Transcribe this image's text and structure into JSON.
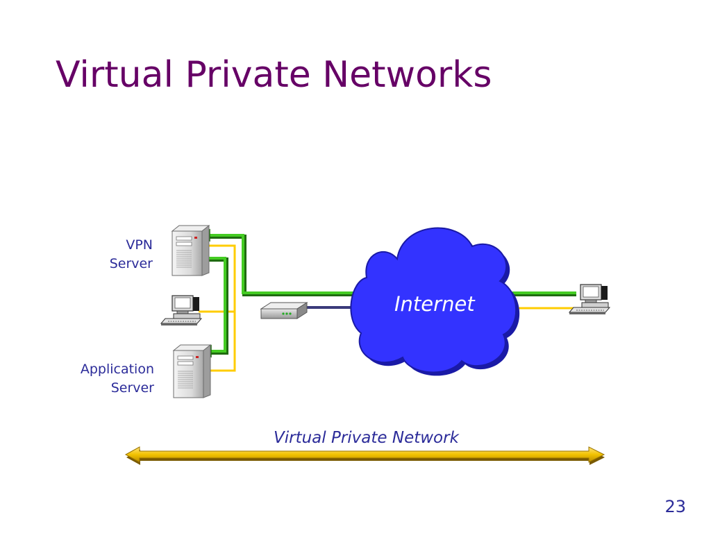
{
  "slide": {
    "title": "Virtual Private Networks",
    "page_number": "23"
  },
  "nodes": {
    "vpn_server": {
      "line1": "VPN",
      "line2": "Server",
      "icon": "server-tower-icon"
    },
    "application_server": {
      "line1": "Application",
      "line2": "Server",
      "icon": "server-tower-icon"
    },
    "local_workstation": {
      "icon": "desktop-computer-icon"
    },
    "remote_workstation": {
      "icon": "desktop-computer-icon"
    },
    "router": {
      "icon": "router-icon"
    },
    "internet_cloud": {
      "label": "Internet",
      "icon": "cloud-icon"
    }
  },
  "vpn_span": {
    "label": "Virtual Private Network"
  },
  "colors": {
    "title": "#660066",
    "label_text": "#2b2b99",
    "cloud_fill": "#3333ff",
    "cloud_shadow": "#1a1aa6",
    "tunnel_green": "#44cc22",
    "lan_yellow": "#ffcc00",
    "wan_link": "#3a3a7a",
    "arrow_gold": "#f2c200"
  }
}
